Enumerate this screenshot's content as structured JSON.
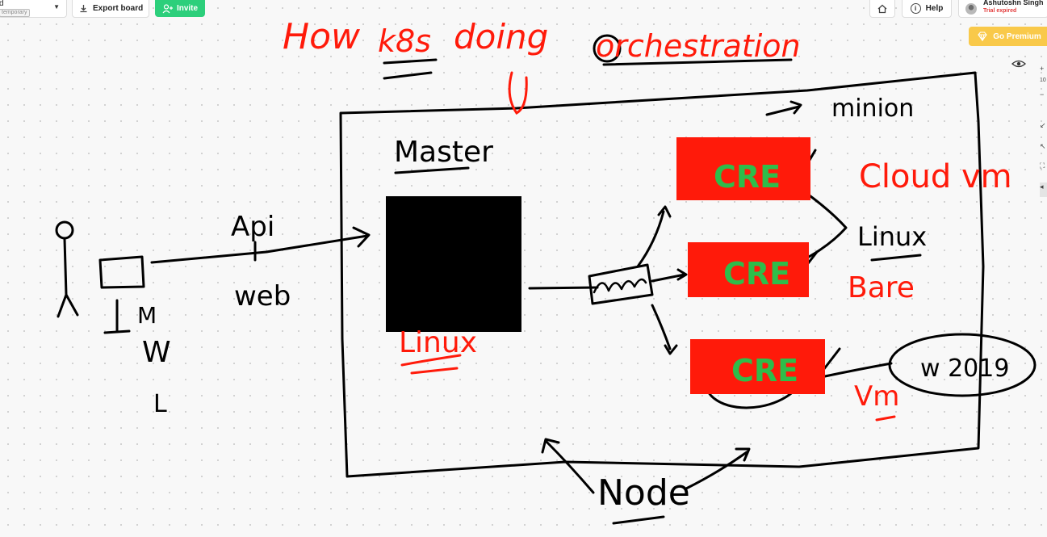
{
  "topbar": {
    "board_name": "d",
    "board_tag": "temporary",
    "export_label": "Export board",
    "invite_label": "Invite",
    "help_label": "Help",
    "user_name": "Ashutoshn Singh",
    "trial_status": "Trial expired"
  },
  "premium": {
    "label": "Go Premium"
  },
  "zoom": {
    "label": "10"
  },
  "colors": {
    "ink": "#000000",
    "red": "#ff1a0a",
    "green": "#2ebd4a",
    "invite": "#2ccf7b",
    "premium": "#f9c94a"
  },
  "handwriting": {
    "title_line1": "How",
    "title_k8s": "k8s",
    "title_doing": "doing",
    "title_orchestration": "orchestration",
    "minion": "minion",
    "master": "Master",
    "cre1": "CRE",
    "cre2": "CRE",
    "cre3": "CRE",
    "cloud_vm": "Cloud vm",
    "linux_right": "Linux",
    "bare": "Bare",
    "linux_master": "Linux",
    "vm": "Vm",
    "w2019": "w 2019",
    "api": "Api",
    "web": "web",
    "m": "M",
    "w": "W",
    "l": "L",
    "node": "Node"
  }
}
